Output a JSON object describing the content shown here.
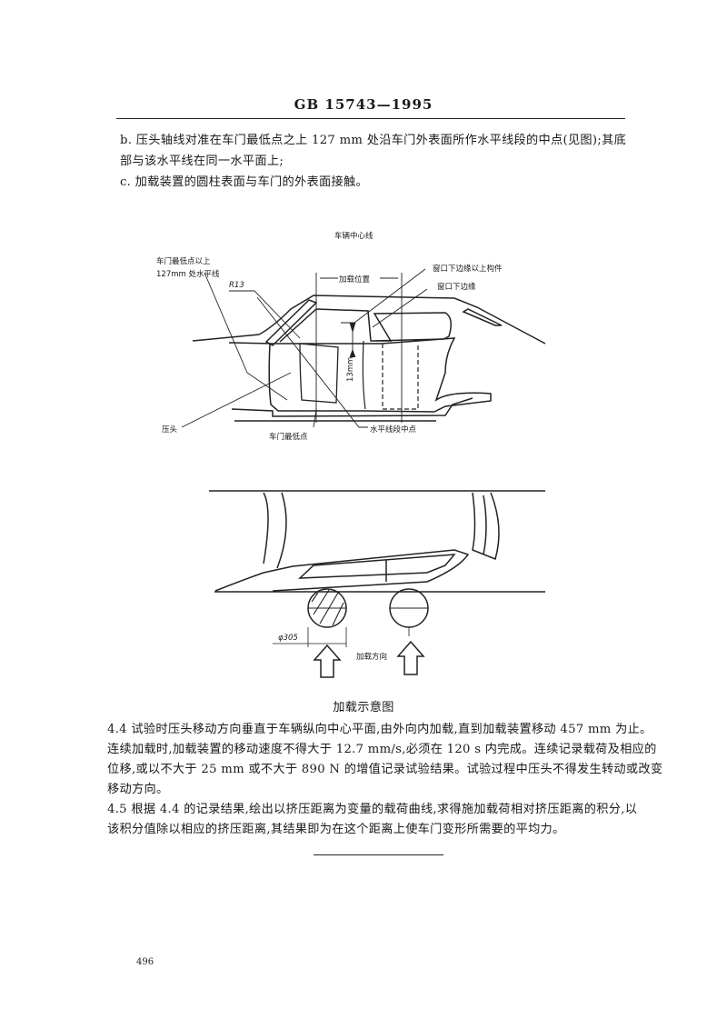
{
  "header": {
    "standard": "GB 15743—1995"
  },
  "items": {
    "b_line1": "b.   压头轴线对准在车门最低点之上 127 mm 处沿车门外表面所作水平线段的中点(见图);其底",
    "b_line2": "部与该水平线在同一水平面上;",
    "c_line1": "c.   加载装置的圆柱表面与车门的外表面接触。"
  },
  "figure": {
    "labels": {
      "centerline": "车辆中心线",
      "line127": "车门最低点以上",
      "line127b": "127mm 处水平线",
      "r13": "R13",
      "load_position": "加载位置",
      "above_sill": "窗口下边缘以上构件",
      "sill": "窗口下边缘",
      "dim13": "13mm",
      "ram": "压头",
      "door_lowest": "车门最低点",
      "midpoint": "水平线段中点",
      "diameter": "φ305",
      "load_direction": "加载方向"
    },
    "caption": "加载示意图"
  },
  "section_4_4": {
    "lines": [
      "4.4  试验时压头移动方向垂直于车辆纵向中心平面,由外向内加载,直到加载装置移动 457 mm 为止。",
      "连续加载时,加载装置的移动速度不得大于 12.7 mm/s,必须在 120 s 内完成。连续记录载荷及相应的",
      "位移,或以不大于 25 mm 或不大于 890 N 的增值记录试验结果。试验过程中压头不得发生转动或改变",
      "移动方向。"
    ]
  },
  "section_4_5": {
    "lines": [
      "4.5  根据 4.4 的记录结果,绘出以挤压距离为变量的载荷曲线,求得施加载荷相对挤压距离的积分,以",
      "该积分值除以相应的挤压距离,其结果即为在这个距离上使车门变形所需要的平均力。"
    ]
  },
  "page_number": "496"
}
